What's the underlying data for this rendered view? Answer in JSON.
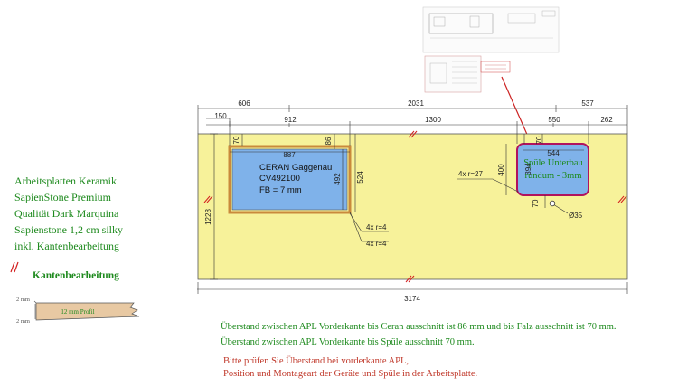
{
  "material": {
    "lines": [
      "Arbeitsplatten Keramik",
      "SapienStone Premium",
      "Qualität Dark Marquina",
      "Sapienstone 1,2 cm silky",
      "inkl. Kantenbearbeitung"
    ]
  },
  "edge_section": {
    "title": "Kantenbearbeitung",
    "profile_label": "12 mm Profil",
    "top_mark": "2 mm",
    "bottom_mark": "2 mm"
  },
  "dimensions": {
    "top": {
      "d606": "606",
      "d2031": "2031",
      "d537": "537",
      "d150": "150",
      "d912": "912",
      "d1300": "1300",
      "d550": "550",
      "d262": "262"
    },
    "total_width": "3174",
    "total_depth": "1228",
    "ceran_width": "887",
    "ceran_depth": "492",
    "ceran_offset_front": "86",
    "ceran_offset_small": "70",
    "ceran_side": "524",
    "sink_width": "544",
    "sink_depth": "394",
    "sink_offset": "70",
    "sink_side": "400",
    "tap_offset": "70",
    "radius_sink": "4x r=27",
    "radius_ceran_1": "4x r=4",
    "radius_ceran_2": "4x r=4",
    "tap_hole": "Ø35"
  },
  "cutouts": {
    "ceran_line1": "CERAN Gaggenau",
    "ceran_line2": "CV492100",
    "ceran_line3": "FB = 7 mm",
    "sink_line1": "Spüle Unterbau",
    "sink_line2": "rundum - 3mm"
  },
  "notes": {
    "green_1": "Überstand zwischen APL Vorderkante bis Ceran ausschnitt ist 86 mm und bis Falz ausschnitt ist 70 mm.",
    "green_2": "Überstand zwischen APL Vorderkante bis Spüle ausschnitt 70 mm.",
    "red_1": "Bitte prüfen Sie Überstand bei vorderkante APL,",
    "red_2": "Position und Montageart der Geräte und Spüle in der Arbeitsplatte."
  },
  "colors": {
    "worktop": "#f7f29a",
    "cutout_fill": "#7fb2ea",
    "ceran_frame": "#c98a3c",
    "sink_frame": "#b0135e",
    "text_green": "#1e8a1e",
    "text_red": "#c0392b",
    "edge_red": "#d32020"
  }
}
